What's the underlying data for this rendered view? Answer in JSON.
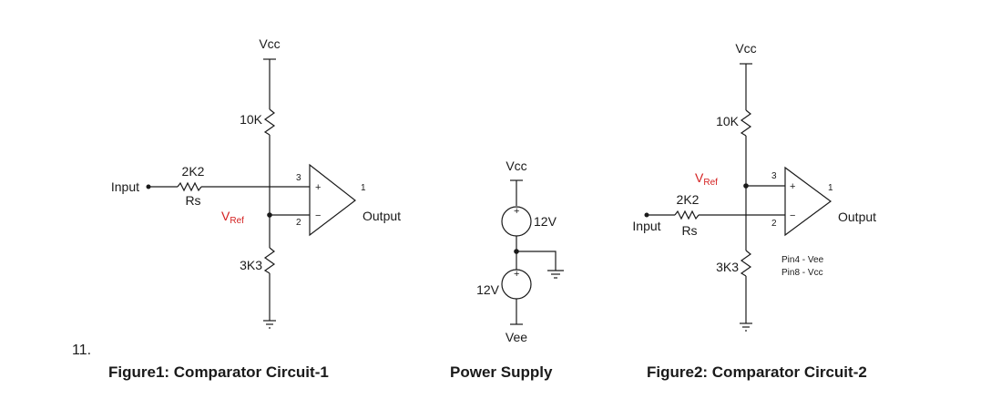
{
  "problem_number": "11.",
  "figure1": {
    "caption": "Figure1: Comparator Circuit-1",
    "vcc": "Vcc",
    "r_top": "10K",
    "r_bottom": "3K3",
    "r_series_value": "2K2",
    "r_series_name": "Rs",
    "input": "Input",
    "output": "Output",
    "vref_main": "V",
    "vref_sub": "Ref",
    "pin3": "3",
    "pin2": "2",
    "pin1": "1",
    "plus": "+",
    "minus": "−"
  },
  "power_supply": {
    "caption": "Power Supply",
    "vcc": "Vcc",
    "vee": "Vee",
    "v1": "12V",
    "v2": "12V",
    "plus": "+"
  },
  "figure2": {
    "caption": "Figure2: Comparator Circuit-2",
    "vcc": "Vcc",
    "r_top": "10K",
    "r_bottom": "3K3",
    "r_series_value": "2K2",
    "r_series_name": "Rs",
    "input": "Input",
    "output": "Output",
    "vref_main": "V",
    "vref_sub": "Ref",
    "pin3": "3",
    "pin2": "2",
    "pin1": "1",
    "plus": "+",
    "minus": "−",
    "note1": "Pin4 - Vee",
    "note2": "Pin8 - Vcc"
  },
  "colors": {
    "wire": "#1a1a1a",
    "vref": "#d42020"
  }
}
